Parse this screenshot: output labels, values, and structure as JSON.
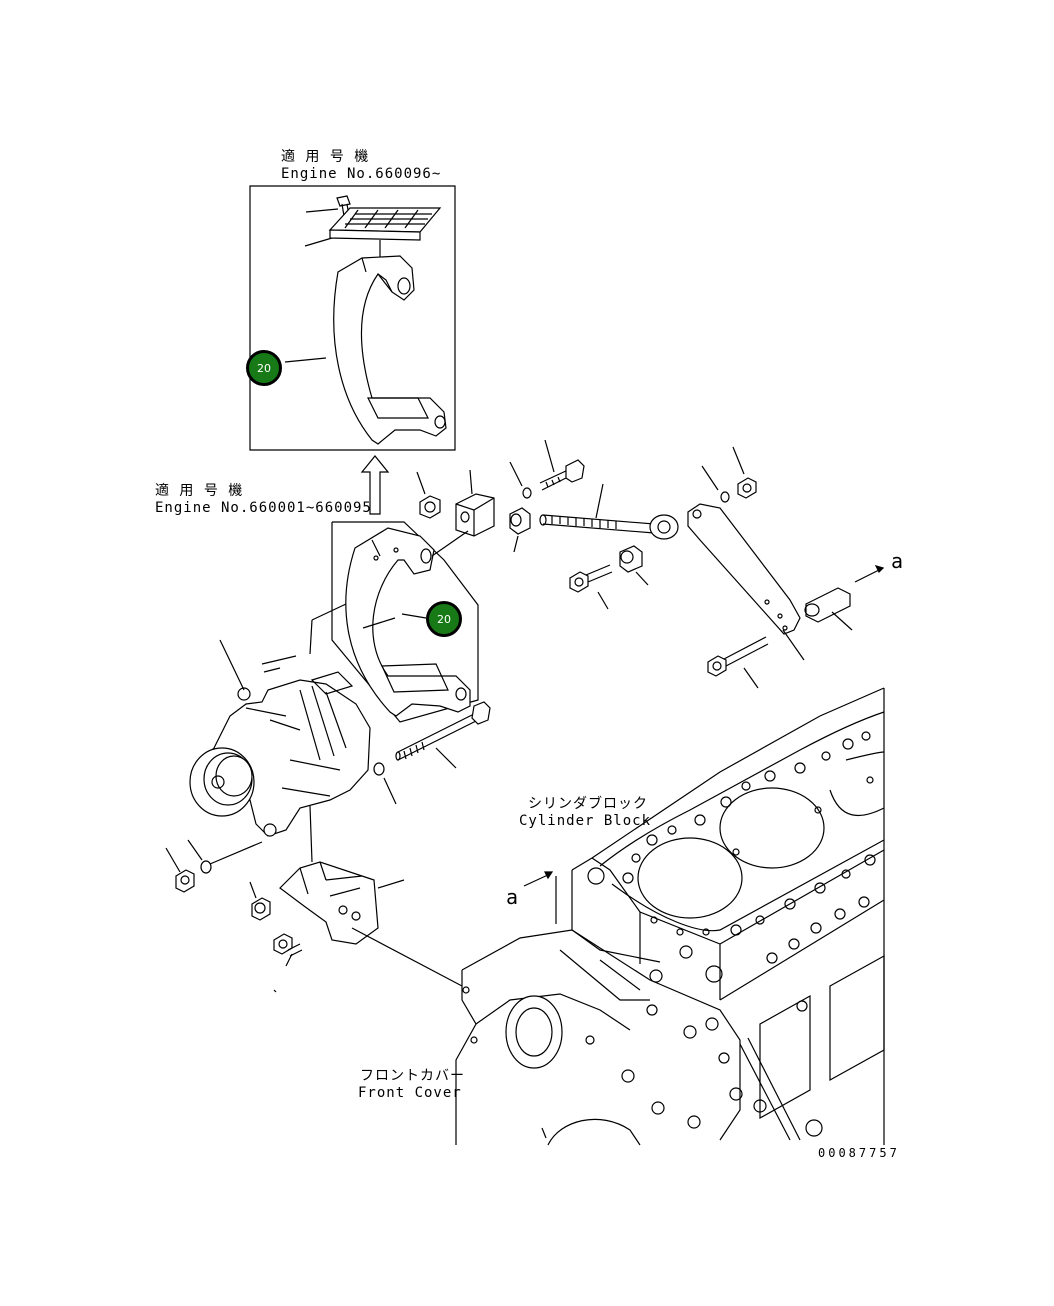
{
  "labels": {
    "applicable_jp_top": "適 用 号 機",
    "engine_range_top": "Engine No.660096~",
    "applicable_jp_mid": "適 用 号 機",
    "engine_range_mid": "Engine No.660001~660095",
    "cylinder_block_jp": "シリンダブロック",
    "cylinder_block_en": "Cylinder Block",
    "front_cover_jp": "フロントカバー",
    "front_cover_en": "Front Cover",
    "view_ref_right": "a",
    "view_ref_left": "a",
    "drawing_number": "00087757"
  },
  "callouts": [
    {
      "id": "20",
      "label": "20"
    },
    {
      "id": "20",
      "label": "20"
    }
  ],
  "colors": {
    "callout_fill": "#177a17",
    "line": "#000000",
    "background": "#ffffff"
  }
}
